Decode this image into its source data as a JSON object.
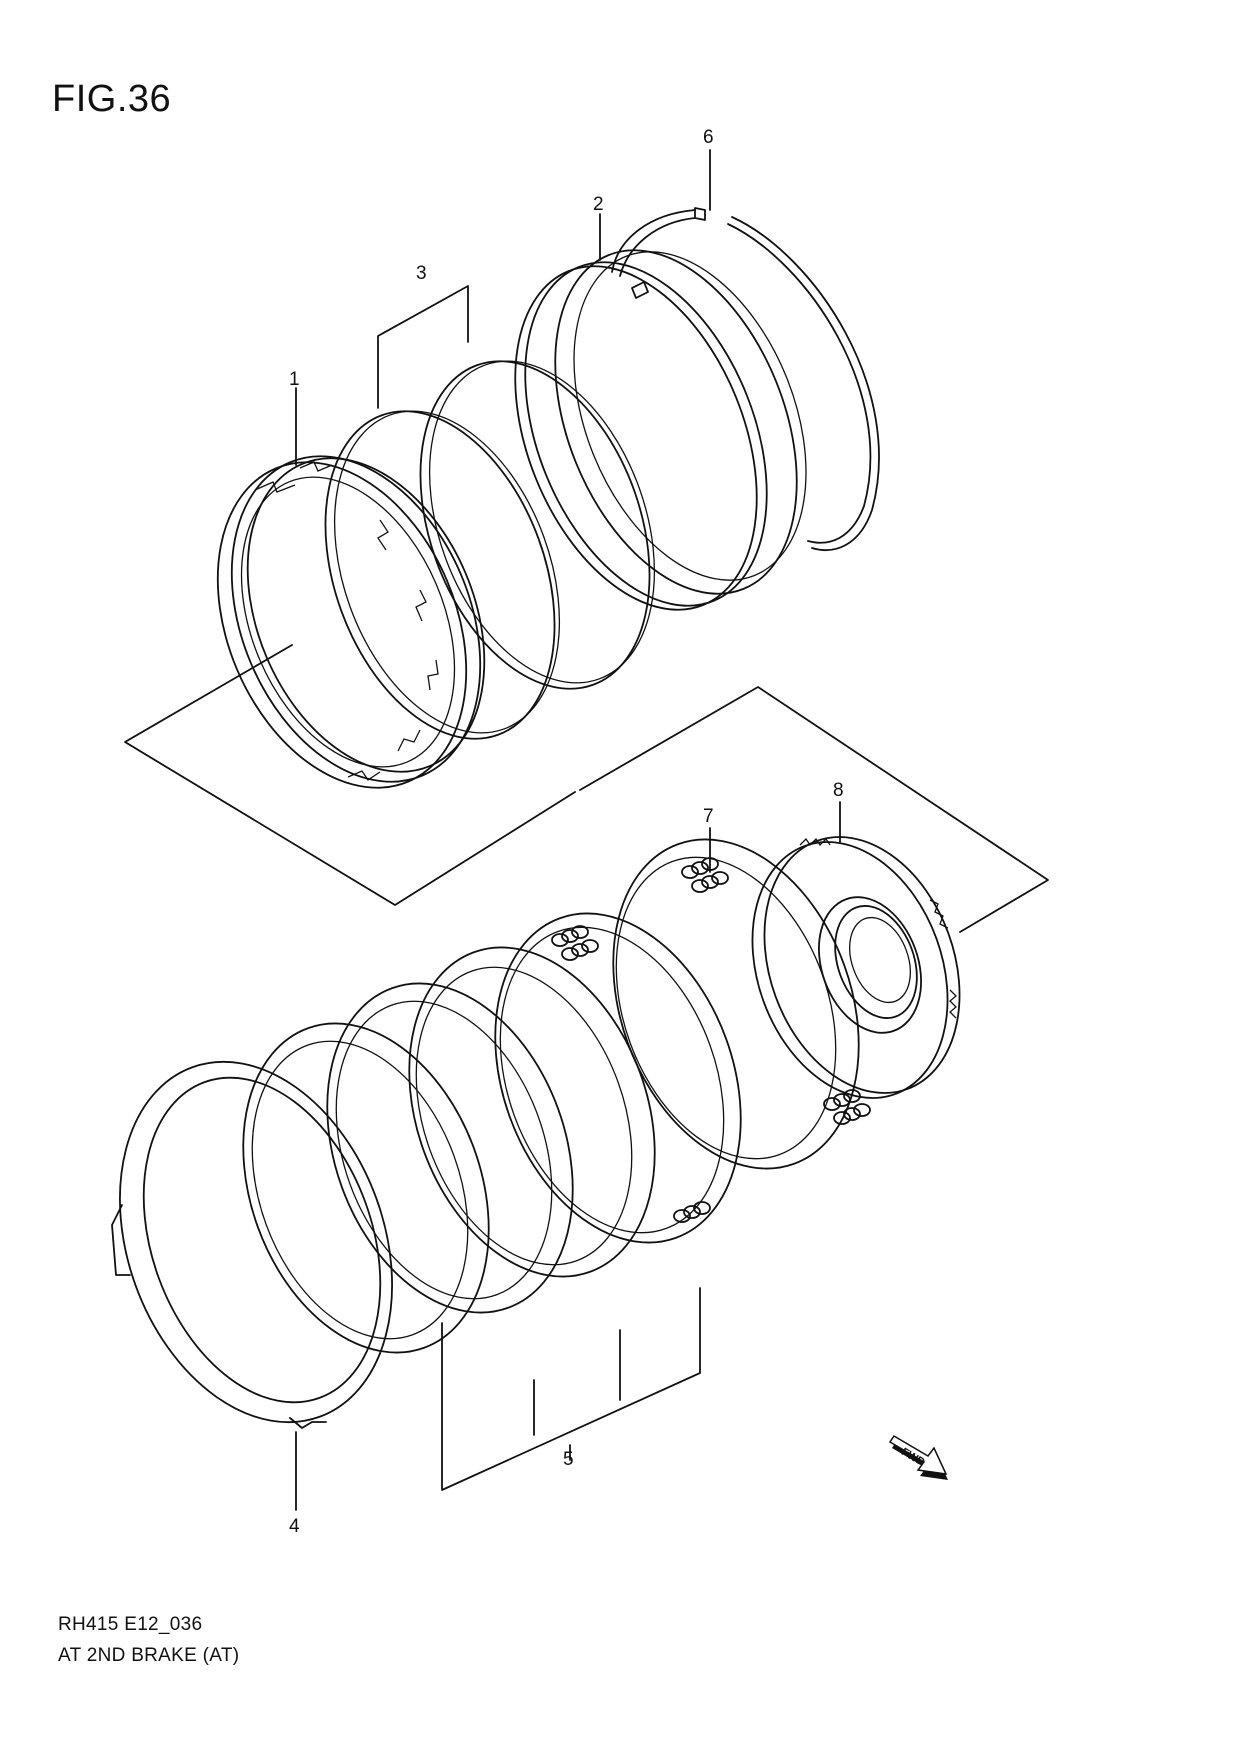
{
  "figure": {
    "title": "FIG.36",
    "code": "RH415 E12_036",
    "caption": "AT 2ND BRAKE (AT)"
  },
  "callouts": [
    "1",
    "2",
    "3",
    "4",
    "5",
    "6",
    "7",
    "8"
  ],
  "fwd_label": "FWD"
}
